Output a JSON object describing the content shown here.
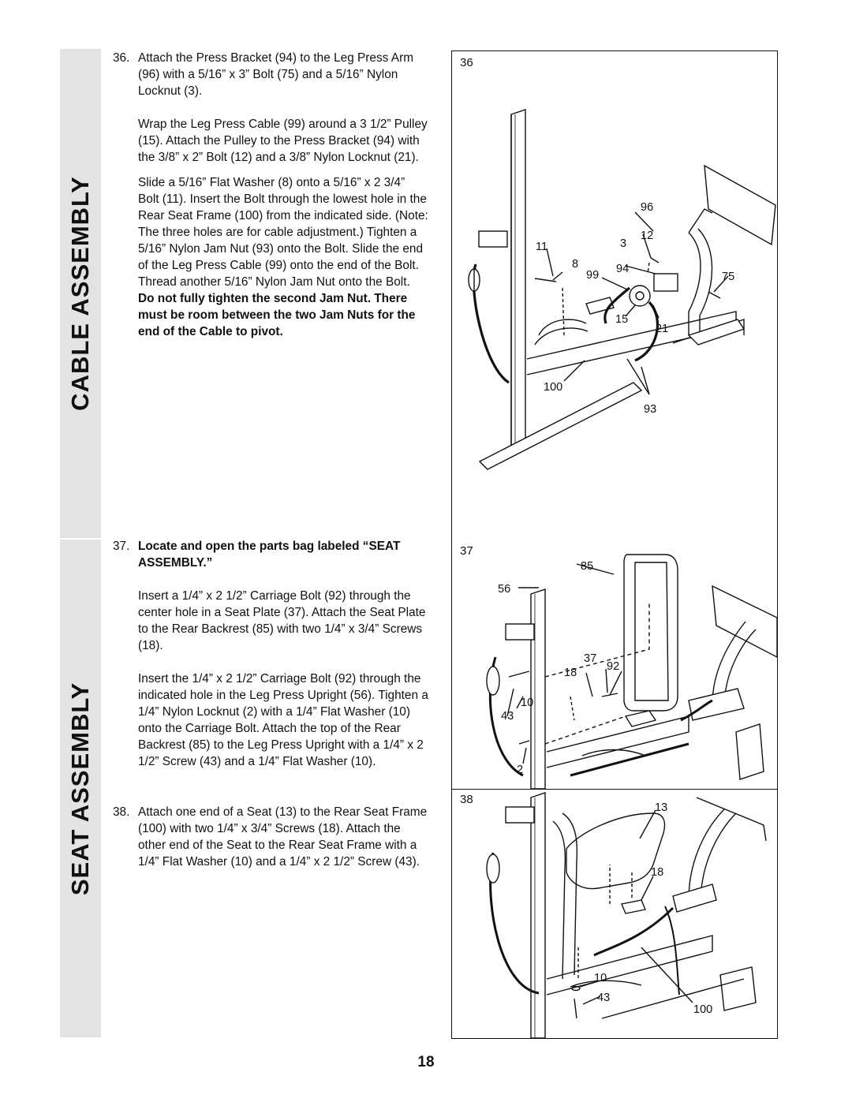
{
  "sidebar": {
    "cable_label": "CABLE ASSEMBLY",
    "seat_label": "SEAT ASSEMBLY"
  },
  "steps": [
    {
      "number": "36.",
      "paragraphs": [
        "Attach the Press Bracket (94) to the Leg Press Arm (96) with a 5/16” x 3” Bolt (75) and a 5/16” Nylon Locknut (3).",
        "Wrap the Leg Press Cable (99) around a 3 1/2” Pulley (15). Attach the Pulley to the Press Bracket (94) with the 3/8” x 2” Bolt (12) and a 3/8” Nylon Locknut (21)."
      ],
      "para3_plain": "Slide a 5/16” Flat Washer (8) onto a 5/16” x 2 3/4” Bolt (11). Insert the Bolt through the lowest hole in the Rear Seat Frame (100) from the indicated side. (Note: The three holes are for cable adjustment.) Tighten a 5/16” Nylon Jam Nut (93) onto the Bolt. Slide the end of the Leg Press Cable (99) onto the end of the Bolt. Thread another 5/16” Nylon Jam Nut onto the Bolt. ",
      "para3_bold": "Do not fully tighten the second Jam Nut. There must be room between the two Jam Nuts for the end of the Cable to pivot."
    },
    {
      "number": "37.",
      "heading": "Locate and open the parts bag labeled “SEAT ASSEMBLY.”",
      "paragraphs": [
        "Insert a 1/4” x 2 1/2” Carriage Bolt (92) through the center hole in a Seat Plate (37). Attach the Seat Plate to the Rear Backrest (85) with two 1/4” x 3/4” Screws (18).",
        "Insert the 1/4” x 2 1/2” Carriage Bolt (92) through the indicated hole in the Leg Press Upright (56). Tighten a 1/4” Nylon Locknut (2) with a 1/4” Flat Washer (10) onto the Carriage Bolt. Attach the top of the Rear Backrest (85) to the Leg Press Upright with a 1/4” x 2 1/2” Screw (43) and a 1/4” Flat Washer (10)."
      ]
    },
    {
      "number": "38.",
      "paragraphs": [
        "Attach one end of a Seat (13) to the Rear Seat Frame (100) with two 1/4” x 3/4” Screws (18). Attach the other end of the Seat to the Rear Seat Frame with a 1/4” Flat Washer (10) and a 1/4” x 2 1/2” Screw (43)."
      ]
    }
  ],
  "figures": [
    {
      "number": "36",
      "callouts": [
        "96",
        "12",
        "11",
        "3",
        "8",
        "99",
        "94",
        "75",
        "15",
        "21",
        "100",
        "93"
      ]
    },
    {
      "number": "37",
      "callouts": [
        "85",
        "56",
        "37",
        "92",
        "18",
        "10",
        "43",
        "2"
      ]
    },
    {
      "number": "38",
      "callouts": [
        "13",
        "18",
        "10",
        "43",
        "100"
      ]
    }
  ],
  "page_number": "18"
}
